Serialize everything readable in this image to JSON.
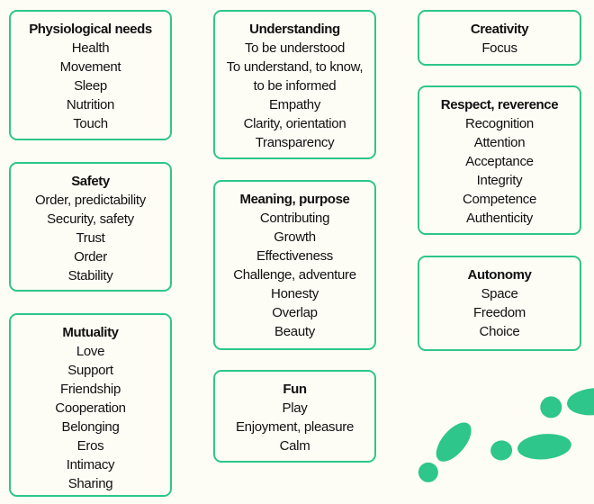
{
  "colors": {
    "accent": "#2ec68a",
    "background": "#fdfcf5"
  },
  "boxes": [
    {
      "title": "Physiological needs",
      "items": [
        "Health",
        "Movement",
        "Sleep",
        "Nutrition",
        "Touch"
      ]
    },
    {
      "title": "Safety",
      "items": [
        "Order, predictability",
        "Security, safety",
        "Trust",
        "Order",
        "Stability"
      ]
    },
    {
      "title": "Mutuality",
      "items": [
        "Love",
        "Support",
        "Friendship",
        "Cooperation",
        "Belonging",
        "Eros",
        "Intimacy",
        "Sharing"
      ]
    },
    {
      "title": "Understanding",
      "items": [
        "To be understood",
        "To understand, to know,",
        "to be informed",
        "Empathy",
        "Clarity, orientation",
        "Transparency"
      ]
    },
    {
      "title": "Meaning, purpose",
      "items": [
        "Contributing",
        "Growth",
        "Effectiveness",
        "Challenge, adventure",
        "Honesty",
        "Overlap",
        "Beauty"
      ]
    },
    {
      "title": "Fun",
      "items": [
        "Play",
        "Enjoyment, pleasure",
        "Calm"
      ]
    },
    {
      "title": "Creativity",
      "items": [
        "Focus"
      ]
    },
    {
      "title": "Respect, reverence",
      "items": [
        "Recognition",
        "Attention",
        "Acceptance",
        "Integrity",
        "Competence",
        "Authenticity"
      ]
    },
    {
      "title": "Autonomy",
      "items": [
        "Space",
        "Freedom",
        "Choice"
      ]
    }
  ],
  "decoration": {
    "icon": "footprints-icon"
  }
}
